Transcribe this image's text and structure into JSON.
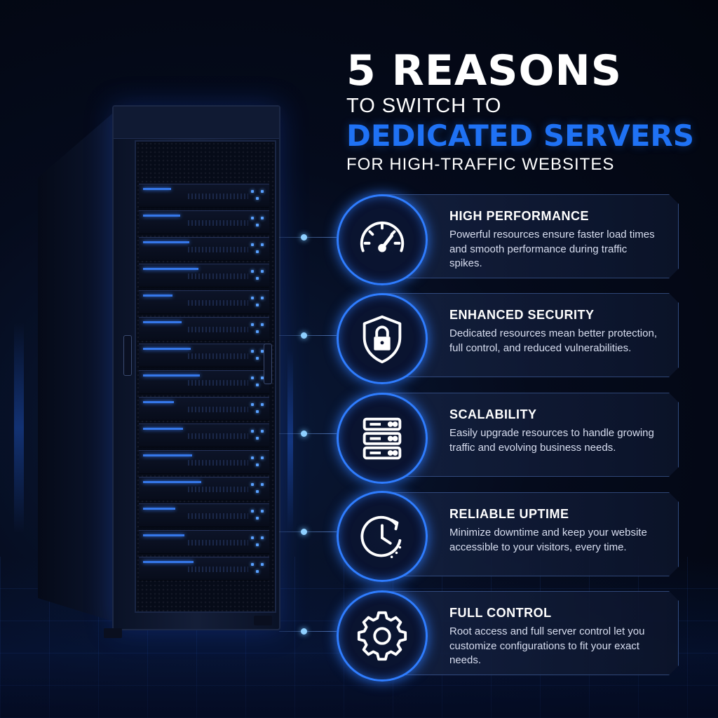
{
  "title": {
    "line1": "5 REASONS",
    "line2": "TO SWITCH TO",
    "line3": "DEDICATED SERVERS",
    "line4": "FOR HIGH-TRAFFIC WEBSITES"
  },
  "colors": {
    "accent": "#1f72f5",
    "background": "#050b1c",
    "glow": "#2f7dff"
  },
  "reasons": [
    {
      "icon": "speedometer-icon",
      "title": "HIGH PERFORMANCE",
      "description": "Powerful resources ensure faster load times and smooth performance during traffic spikes."
    },
    {
      "icon": "shield-lock-icon",
      "title": "ENHANCED SECURITY",
      "description": "Dedicated resources mean better protection, full control, and reduced vulnerabilities."
    },
    {
      "icon": "server-stack-icon",
      "title": "SCALABILITY",
      "description": "Easily upgrade resources to handle growing traffic and evolving business needs."
    },
    {
      "icon": "clock-icon",
      "title": "RELIABLE UPTIME",
      "description": "Minimize downtime and keep your website accessible to your visitors, every time."
    },
    {
      "icon": "gear-icon",
      "title": "FULL CONTROL",
      "description": "Root access and full server control let you customize configurations to fit your exact needs."
    }
  ]
}
